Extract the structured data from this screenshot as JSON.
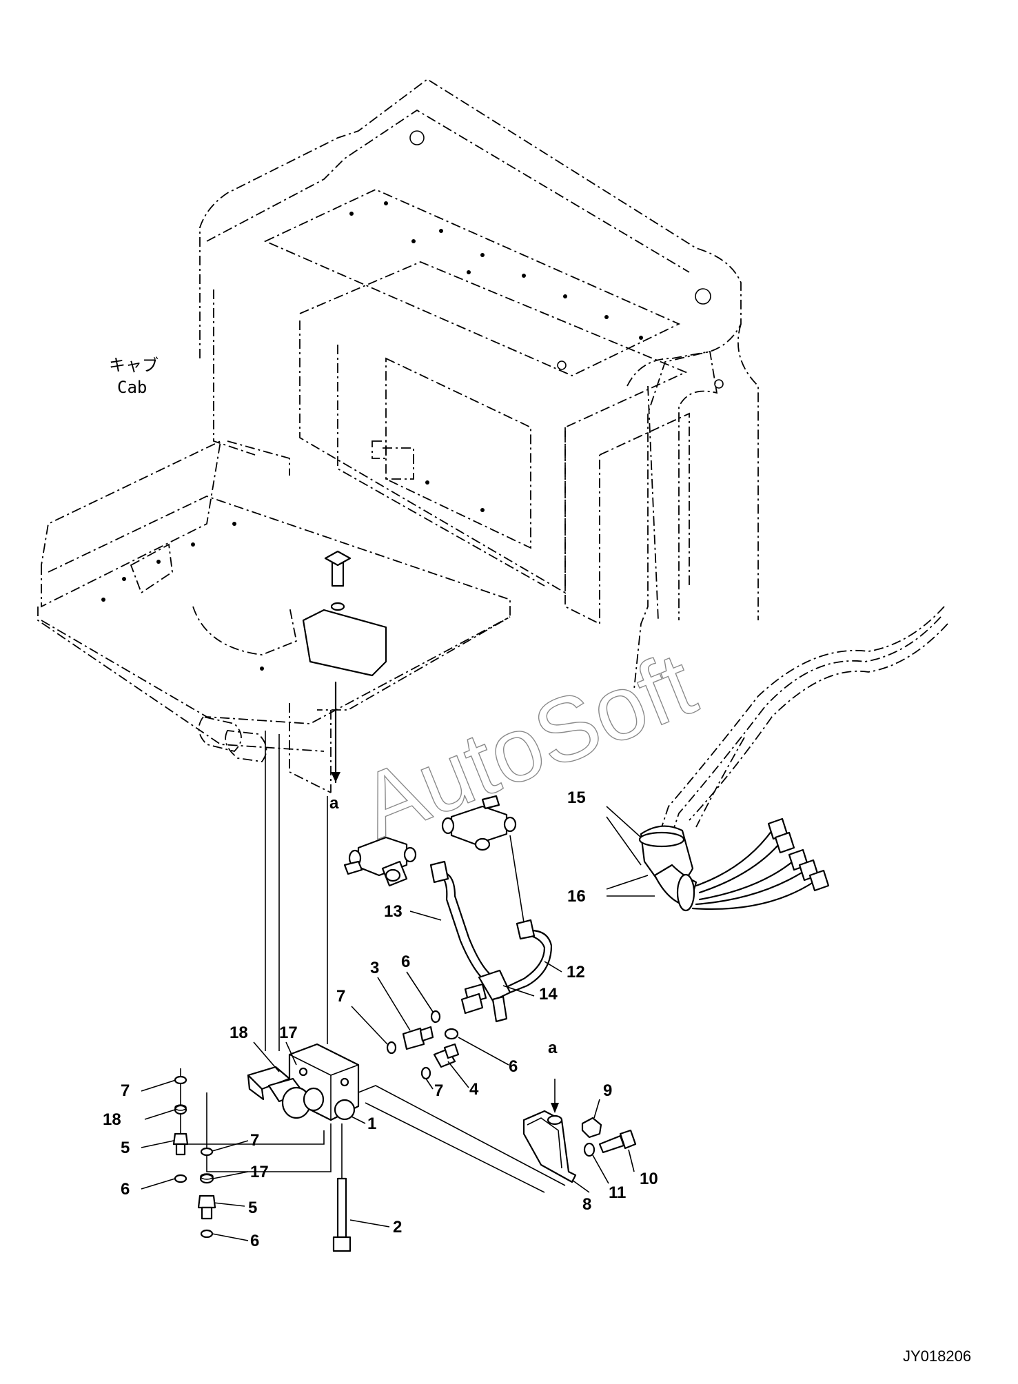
{
  "drawing_number": "JY018206",
  "watermark": "AutoSoft",
  "cab_label": {
    "jp": "キャブ",
    "en": "Cab"
  },
  "view_arrow_label": "a",
  "callouts": [
    {
      "id": "c18a",
      "text": "18"
    },
    {
      "id": "c17a",
      "text": "17"
    },
    {
      "id": "c7a",
      "text": "7"
    },
    {
      "id": "c3",
      "text": "3"
    },
    {
      "id": "c6a",
      "text": "6"
    },
    {
      "id": "c13",
      "text": "13"
    },
    {
      "id": "c12",
      "text": "12"
    },
    {
      "id": "c14",
      "text": "14"
    },
    {
      "id": "c15",
      "text": "15"
    },
    {
      "id": "c16",
      "text": "16"
    },
    {
      "id": "c6b",
      "text": "6"
    },
    {
      "id": "c4",
      "text": "4"
    },
    {
      "id": "c7b",
      "text": "7"
    },
    {
      "id": "c1",
      "text": "1"
    },
    {
      "id": "c7c",
      "text": "7"
    },
    {
      "id": "c18b",
      "text": "18"
    },
    {
      "id": "c5a",
      "text": "5"
    },
    {
      "id": "c7d",
      "text": "7"
    },
    {
      "id": "c6c",
      "text": "6"
    },
    {
      "id": "c17b",
      "text": "17"
    },
    {
      "id": "c5b",
      "text": "5"
    },
    {
      "id": "c2",
      "text": "2"
    },
    {
      "id": "c6d",
      "text": "6"
    },
    {
      "id": "c9",
      "text": "9"
    },
    {
      "id": "c10",
      "text": "10"
    },
    {
      "id": "c11",
      "text": "11"
    },
    {
      "id": "c8",
      "text": "8"
    },
    {
      "id": "ca2",
      "text": "a"
    }
  ]
}
